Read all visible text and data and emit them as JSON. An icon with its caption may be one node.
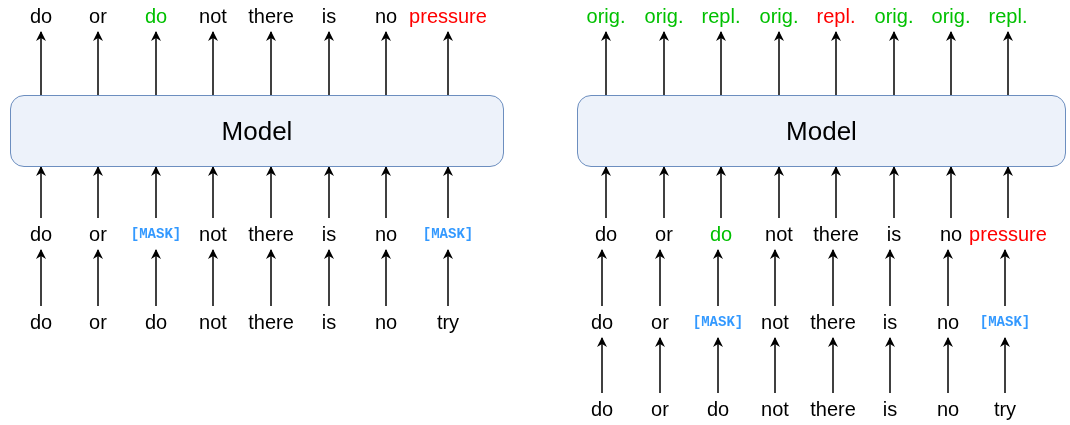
{
  "diagram": {
    "nodes": [
      {
        "text": [
          "do"
        ]
      },
      {
        "text": [
          "or"
        ]
      },
      {
        "text": [
          "do"
        ]
      },
      {
        "text": [
          "not"
        ]
      },
      {
        "text": [
          "there"
        ]
      },
      {
        "text": [
          "is"
        ]
      },
      {
        "text": [
          "no"
        ]
      },
      {
        "text": [
          "pressure"
        ]
      },
      {
        "text": [
          "Model"
        ]
      },
      {
        "text": [
          "do"
        ]
      },
      {
        "text": [
          "or"
        ]
      },
      {
        "text": [
          "[MASK]"
        ]
      },
      {
        "text": [
          "not"
        ]
      },
      {
        "text": [
          "there"
        ]
      },
      {
        "text": [
          "is"
        ]
      },
      {
        "text": [
          "no"
        ]
      },
      {
        "text": [
          "[MASK]"
        ]
      },
      {
        "text": [
          "do"
        ]
      },
      {
        "text": [
          "or"
        ]
      },
      {
        "text": [
          "do"
        ]
      },
      {
        "text": [
          "not"
        ]
      },
      {
        "text": [
          "there"
        ]
      },
      {
        "text": [
          "is"
        ]
      },
      {
        "text": [
          "no"
        ]
      },
      {
        "text": [
          "try"
        ]
      },
      {
        "text": [
          "orig."
        ]
      },
      {
        "text": [
          "orig."
        ]
      },
      {
        "text": [
          "repl."
        ]
      },
      {
        "text": [
          "orig."
        ]
      },
      {
        "text": [
          "repl."
        ]
      },
      {
        "text": [
          "orig."
        ]
      },
      {
        "text": [
          "orig."
        ]
      },
      {
        "text": [
          "repl."
        ]
      },
      {
        "text": [
          "Model"
        ]
      },
      {
        "text": [
          "do"
        ]
      },
      {
        "text": [
          "or"
        ]
      },
      {
        "text": [
          "do"
        ]
      },
      {
        "text": [
          "not"
        ]
      },
      {
        "text": [
          "there"
        ]
      },
      {
        "text": [
          "is"
        ]
      },
      {
        "text": [
          "no"
        ]
      },
      {
        "text": [
          "pressure"
        ]
      },
      {
        "text": [
          "do"
        ]
      },
      {
        "text": [
          "or"
        ]
      },
      {
        "text": [
          "[MASK]"
        ]
      },
      {
        "text": [
          "not"
        ]
      },
      {
        "text": [
          "there"
        ]
      },
      {
        "text": [
          "is"
        ]
      },
      {
        "text": [
          "no"
        ]
      },
      {
        "text": [
          "[MASK]"
        ]
      },
      {
        "text": [
          "do"
        ]
      },
      {
        "text": [
          "or"
        ]
      },
      {
        "text": [
          "do"
        ]
      },
      {
        "text": [
          "not"
        ]
      },
      {
        "text": [
          "there"
        ]
      },
      {
        "text": [
          "is"
        ]
      },
      {
        "text": [
          "no"
        ]
      },
      {
        "text": [
          "try"
        ]
      }
    ],
    "edges": [
      {
        "from": 8,
        "to": 0,
        "arrow": "to"
      },
      {
        "from": 8,
        "to": 1,
        "arrow": "to"
      },
      {
        "from": 8,
        "to": 2,
        "arrow": "to"
      },
      {
        "from": 8,
        "to": 3,
        "arrow": "to"
      },
      {
        "from": 8,
        "to": 4,
        "arrow": "to"
      },
      {
        "from": 8,
        "to": 5,
        "arrow": "to"
      },
      {
        "from": 8,
        "to": 6,
        "arrow": "to"
      },
      {
        "from": 8,
        "to": 7,
        "arrow": "to"
      },
      {
        "from": 9,
        "to": 8,
        "arrow": "to"
      },
      {
        "from": 10,
        "to": 8,
        "arrow": "to"
      },
      {
        "from": 11,
        "to": 8,
        "arrow": "to"
      },
      {
        "from": 12,
        "to": 8,
        "arrow": "to"
      },
      {
        "from": 13,
        "to": 8,
        "arrow": "to"
      },
      {
        "from": 14,
        "to": 8,
        "arrow": "to"
      },
      {
        "from": 15,
        "to": 8,
        "arrow": "to"
      },
      {
        "from": 16,
        "to": 8,
        "arrow": "to"
      },
      {
        "from": 17,
        "to": 9,
        "arrow": "to"
      },
      {
        "from": 18,
        "to": 10,
        "arrow": "to"
      },
      {
        "from": 19,
        "to": 11,
        "arrow": "to"
      },
      {
        "from": 20,
        "to": 12,
        "arrow": "to"
      },
      {
        "from": 21,
        "to": 13,
        "arrow": "to"
      },
      {
        "from": 22,
        "to": 14,
        "arrow": "to"
      },
      {
        "from": 23,
        "to": 15,
        "arrow": "to"
      },
      {
        "from": 24,
        "to": 16,
        "arrow": "to"
      },
      {
        "from": 33,
        "to": 25,
        "arrow": "to"
      },
      {
        "from": 33,
        "to": 26,
        "arrow": "to"
      },
      {
        "from": 33,
        "to": 27,
        "arrow": "to"
      },
      {
        "from": 33,
        "to": 28,
        "arrow": "to"
      },
      {
        "from": 33,
        "to": 29,
        "arrow": "to"
      },
      {
        "from": 33,
        "to": 30,
        "arrow": "to"
      },
      {
        "from": 33,
        "to": 31,
        "arrow": "to"
      },
      {
        "from": 33,
        "to": 32,
        "arrow": "to"
      },
      {
        "from": 34,
        "to": 33,
        "arrow": "to"
      },
      {
        "from": 35,
        "to": 33,
        "arrow": "to"
      },
      {
        "from": 36,
        "to": 33,
        "arrow": "to"
      },
      {
        "from": 37,
        "to": 33,
        "arrow": "to"
      },
      {
        "from": 38,
        "to": 33,
        "arrow": "to"
      },
      {
        "from": 39,
        "to": 33,
        "arrow": "to"
      },
      {
        "from": 40,
        "to": 33,
        "arrow": "to"
      },
      {
        "from": 41,
        "to": 33,
        "arrow": "to"
      },
      {
        "from": 42,
        "to": 34,
        "arrow": "to"
      },
      {
        "from": 43,
        "to": 35,
        "arrow": "to"
      },
      {
        "from": 44,
        "to": 36,
        "arrow": "to"
      },
      {
        "from": 45,
        "to": 37,
        "arrow": "to"
      },
      {
        "from": 46,
        "to": 38,
        "arrow": "to"
      },
      {
        "from": 47,
        "to": 39,
        "arrow": "to"
      },
      {
        "from": 48,
        "to": 40,
        "arrow": "to"
      },
      {
        "from": 49,
        "to": 41,
        "arrow": "to"
      },
      {
        "from": 50,
        "to": 42,
        "arrow": "to"
      },
      {
        "from": 51,
        "to": 43,
        "arrow": "to"
      },
      {
        "from": 52,
        "to": 44,
        "arrow": "to"
      },
      {
        "from": 53,
        "to": 45,
        "arrow": "to"
      },
      {
        "from": 54,
        "to": 46,
        "arrow": "to"
      },
      {
        "from": 55,
        "to": 47,
        "arrow": "to"
      },
      {
        "from": 56,
        "to": 48,
        "arrow": "to"
      },
      {
        "from": 57,
        "to": 49,
        "arrow": "to"
      }
    ]
  }
}
